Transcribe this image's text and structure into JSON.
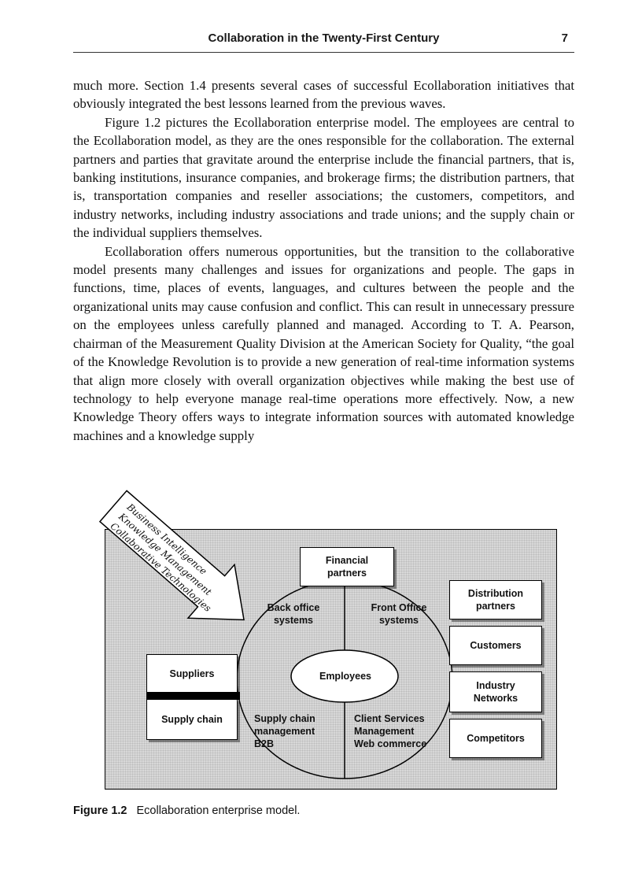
{
  "header": {
    "title": "Collaboration in the Twenty-First Century",
    "page_number": "7"
  },
  "body": {
    "paragraphs": [
      "much more. Section 1.4 presents several cases of successful Ecollaboration initiatives that obviously integrated the best lessons learned from the previous waves.",
      "Figure 1.2 pictures the Ecollaboration enterprise model. The employees are central to the Ecollaboration model, as they are the ones responsible for the collaboration. The external partners and parties that gravitate around the enterprise include the financial partners, that is, banking institutions, insurance companies, and brokerage firms; the distribution partners, that is, transportation companies and reseller associations; the customers, competitors, and industry networks, including industry associations and trade unions; and the supply chain or the individual suppliers themselves.",
      "Ecollaboration offers numerous opportunities, but the transition to the collaborative model presents many challenges and issues for organizations and people. The gaps in functions, time, places of events, languages, and cultures between the people and the organizational units may cause confusion and conflict. This can result in unnecessary pressure on the employees unless carefully planned and managed. According to T. A. Pearson, chairman of the Measurement Quality Division at the American Society for Quality, “the goal of the Knowledge Revolution is to provide a new generation of real-time information systems that align more closely with overall organization objectives while making the best use of technology to help everyone manage real-time operations more effectively. Now, a new Knowledge Theory offers ways to integrate information sources with automated knowledge machines and a knowledge supply"
    ]
  },
  "figure": {
    "arrow_lines": [
      "Business Intelligence",
      "Knowledge Management",
      "Collaborative Technologies"
    ],
    "nodes": {
      "financial_partners": "Financial\npartners",
      "distribution_partners": "Distribution\npartners",
      "customers": "Customers",
      "industry_networks": "Industry\nNetworks",
      "competitors": "Competitors",
      "suppliers": "Suppliers",
      "supply_chain": "Supply chain",
      "back_office": "Back office\nsystems",
      "front_office": "Front Office\nsystems",
      "employees": "Employees",
      "supply_chain_mgmt": "Supply chain\nmanagement\nB2B",
      "client_services": "Client Services\nManagement\nWeb commerce"
    },
    "caption": {
      "label": "Figure 1.2",
      "text": "Ecollaboration enterprise model."
    }
  }
}
